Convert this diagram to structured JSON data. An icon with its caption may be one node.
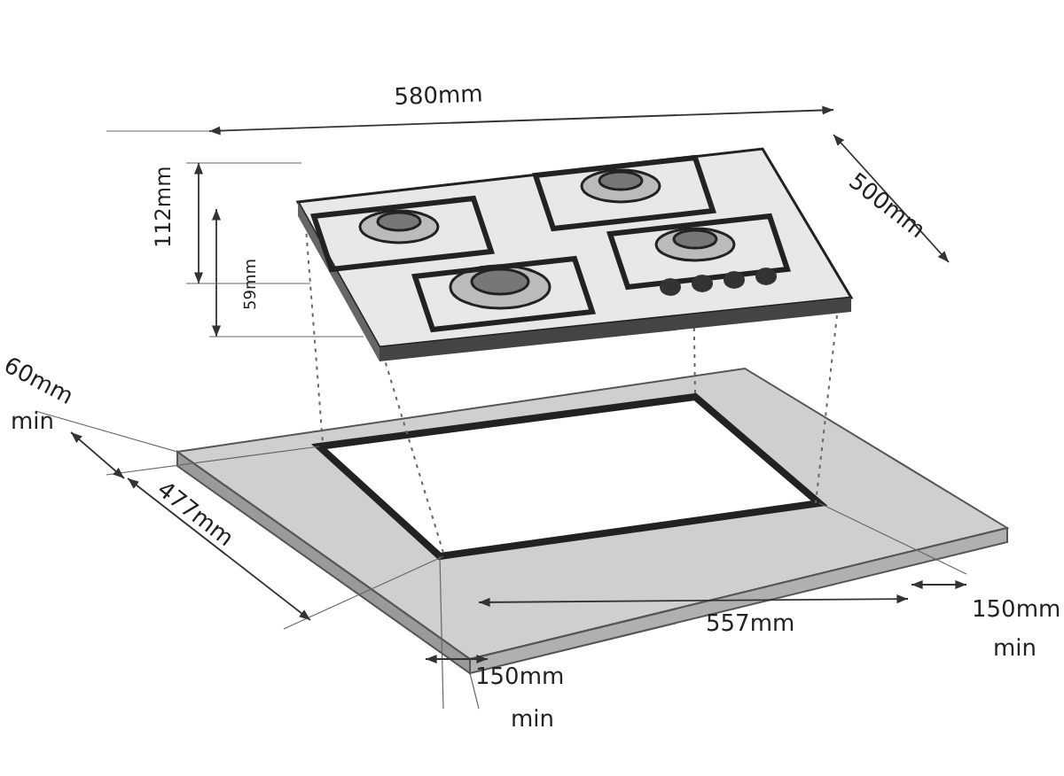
{
  "diagram": {
    "labels": [
      "580mm",
      "500mm",
      "112mm",
      "59mm",
      "60mm",
      "min",
      "477mm",
      "557mm",
      "150mm",
      "min",
      "150mm",
      "min"
    ]
  }
}
